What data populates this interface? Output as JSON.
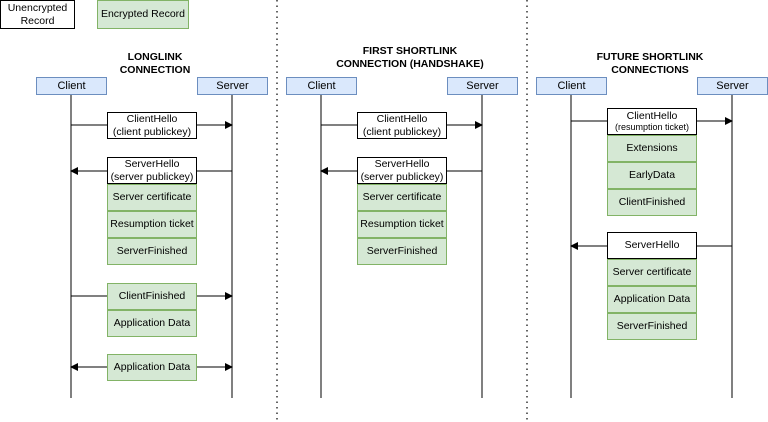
{
  "legend": {
    "unencrypted_line1": "Unencrypted",
    "unencrypted_line2": "Record",
    "encrypted": "Encrypted Record"
  },
  "colors": {
    "encrypted_fill": "#d5e8d4",
    "encrypted_border": "#82b366",
    "endpoint_fill": "#dae8fc",
    "endpoint_border": "#6c8ebf"
  },
  "columns": [
    {
      "title_line1": "LONGLINK",
      "title_line2": "CONNECTION",
      "client": "Client",
      "server": "Server",
      "client_hello": "ClientHello",
      "client_hello_sub": "(client publickey)",
      "server_hello": "ServerHello",
      "server_hello_sub": "(server publickey)",
      "server_records": [
        "Server certificate",
        "Resumption ticket",
        "ServerFinished"
      ],
      "client_records": [
        "ClientFinished",
        "Application Data"
      ],
      "bidirectional_record": "Application Data"
    },
    {
      "title_line1": "FIRST SHORTLINK",
      "title_line2": "CONNECTION (HANDSHAKE)",
      "client": "Client",
      "server": "Server",
      "client_hello": "ClientHello",
      "client_hello_sub": "(client publickey)",
      "server_hello": "ServerHello",
      "server_hello_sub": "(server publickey)",
      "server_records": [
        "Server certificate",
        "Resumption ticket",
        "ServerFinished"
      ]
    },
    {
      "title_line1": "FUTURE SHORTLINK",
      "title_line2": "CONNECTIONS",
      "client": "Client",
      "server": "Server",
      "client_hello": "ClientHello",
      "client_hello_sub": "(resumption ticket)",
      "client_records": [
        "Extensions",
        "EarlyData",
        "ClientFinished"
      ],
      "server_hello": "ServerHello",
      "server_records": [
        "Server certificate",
        "Application Data",
        "ServerFinished"
      ]
    }
  ]
}
